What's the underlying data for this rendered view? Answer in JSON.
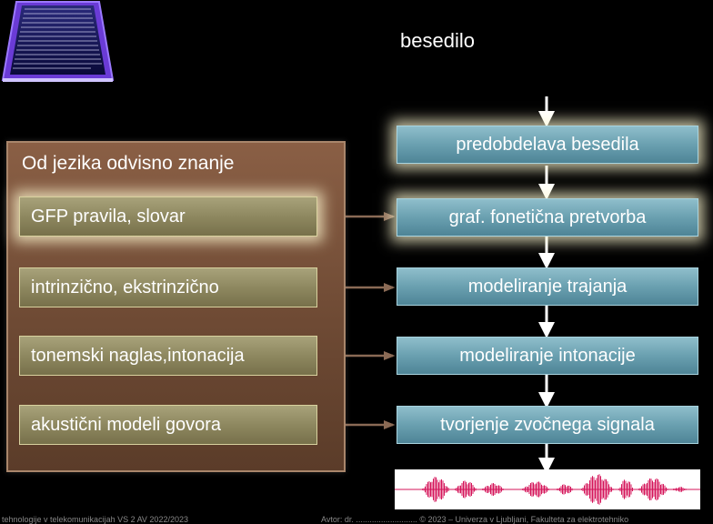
{
  "input_label": "besedilo",
  "knowledge_panel": {
    "title": "Od jezika odvisno znanje",
    "items": [
      "GFP pravila, slovar",
      "intrinzično, ekstrinzično",
      "tonemski naglas,intonacija",
      "akustični modeli govora"
    ]
  },
  "pipeline": [
    "predobdelava besedila",
    "graf. fonetična pretvorba",
    "modeliranje trajanja",
    "modeliranje intonacije",
    "tvorjenje zvočnega signala"
  ],
  "footer": {
    "left": "tehnologije v telekomunikacijah VS 2 AV 2022/2023",
    "right": "Avtor: dr. ........................... © 2023 – Univerza v Ljubljani, Fakulteta za elektrotehniko"
  },
  "colors": {
    "background": "#000000",
    "panel": "#6e4a34",
    "knowledge_box": "#8e8860",
    "pipeline_box": "#6aa0b0",
    "arrow": "#ffffff",
    "connector": "#8a6a55",
    "waveform": "#d4145a"
  },
  "icons": [
    "document-icon",
    "waveform-icon"
  ]
}
